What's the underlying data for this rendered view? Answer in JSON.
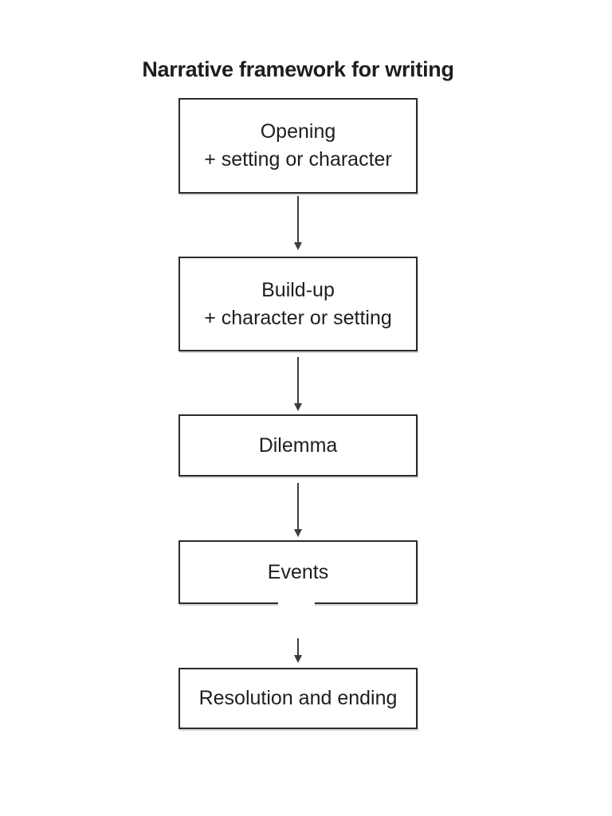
{
  "title": "Narrative framework for writing",
  "flowchart": {
    "boxes": [
      {
        "id": "opening",
        "lines": [
          "Opening",
          "+ setting or character"
        ]
      },
      {
        "id": "build-up",
        "lines": [
          "Build-up",
          "+ character or setting"
        ]
      },
      {
        "id": "dilemma",
        "lines": [
          "Dilemma"
        ]
      },
      {
        "id": "events",
        "lines": [
          "Events"
        ]
      },
      {
        "id": "resolution",
        "lines": [
          "Resolution and ending"
        ]
      }
    ],
    "connectors": [
      "arrow-down",
      "arrow-down",
      "arrow-down",
      "arrow-down"
    ]
  },
  "colors": {
    "page_bg": "#ffffff",
    "box_bg": "#ffffff",
    "box_border": "#2b2b2b",
    "text": "#1e1e1e",
    "arrow": "#3d3d3d"
  }
}
